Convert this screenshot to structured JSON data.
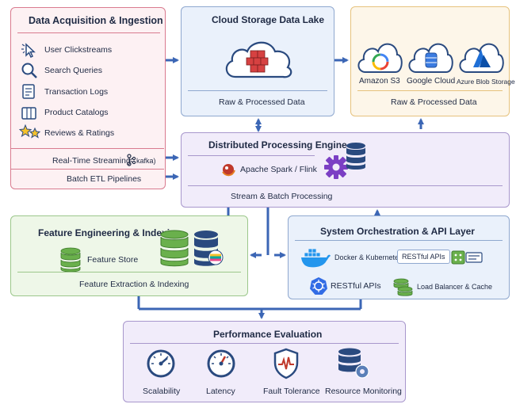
{
  "acquisition": {
    "title": "Data Acquisition & Ingestion",
    "items": [
      "User Clickstreams",
      "Search Queries",
      "Transaction Logs",
      "Product Catalogs",
      "Reviews & Ratings"
    ],
    "streaming": "Real-Time Streaming",
    "kafka": "kafka",
    "batch": "Batch ETL Pipelines"
  },
  "lake": {
    "title": "Cloud Storage Data Lake",
    "caption": "Raw & Processed Data"
  },
  "cloud": {
    "providers": [
      "Amazon S3",
      "Google Cloud",
      "Azure Blob Storage"
    ],
    "caption": "Raw & Processed Data"
  },
  "processing": {
    "title": "Distributed Processing Engine",
    "engine": "Apache Spark / Flink",
    "caption": "Stream & Batch Processing"
  },
  "feature": {
    "title": "Feature Engineering & Indexing",
    "store": "Feature Store",
    "caption": "Feature Extraction & Indexing"
  },
  "orchestration": {
    "title": "System Orchestration & API Layer",
    "docker": "Docker & Kubernetes",
    "restful_badge": "RESTful APIs",
    "restful": "RESTful APIs",
    "lb": "Load Balancer & Cache"
  },
  "performance": {
    "title": "Performance Evaluation",
    "metrics": [
      "Scalability",
      "Latency",
      "Fault Tolerance",
      "Resource Monitoring"
    ]
  },
  "colors": {
    "arrow": "#3b66b5",
    "pink_border": "#d97b8f",
    "green": "#6ab04c",
    "purple": "#7b3fc4",
    "navy": "#2a4a7f"
  }
}
